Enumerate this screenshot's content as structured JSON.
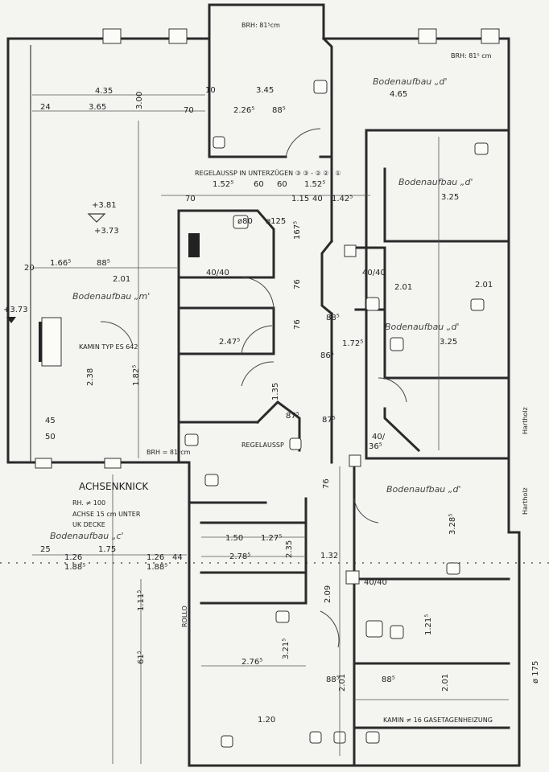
{
  "room_labels": {
    "bodenaufbau_d": "Bodenaufbau „d'",
    "bodenaufbau_m": "Bodenaufbau „m'",
    "bodenaufbau_c": "Bodenaufbau „c'",
    "regelaussp": "REGELAUSSP IN UNTERZÜGEN ③ ③ - ② ② - ①",
    "regelaussp_short": "REGELAUSSP",
    "achsenknick": "ACHSENKNICK",
    "rh100": "RH. ≠ 100",
    "achse": "ACHSE 15 cm UNTER",
    "uk_decke": "UK DECKE",
    "kamin_typ": "KAMIN TYP ES 642",
    "kamin_16": "KAMIN ≠ 16   GASETAGENHEIZUNG",
    "brh_81_top": "BRH: 81⁵cm",
    "brh_81_right": "BRH: 81⁵ cm",
    "brh_81_mid": "BRH = 81⁵cm",
    "level_381": "+3.81",
    "level_373": "+3.73",
    "level_373_left": "+3.73",
    "size_4040_a": "40/40",
    "size_4040_b": "40/40",
    "size_4040_c": "40/40",
    "size_4040_d": "40/",
    "hartholz_1": "Hartholz",
    "hartholz_2": "Hartholz",
    "rollo": "ROLLO"
  },
  "dimensions": {
    "d_345": "3.45",
    "d_265": "2.26⁵",
    "d_885a": "88⁵",
    "d_435": "4.35",
    "d_365": "3.65",
    "d_300": "3.00",
    "d_24": "24",
    "d_70a": "70",
    "d_10a": "10",
    "d_465": "4.65",
    "d_152a": "1.52⁵",
    "d_60a": "60",
    "d_60b": "60",
    "d_152b": "1.52⁵",
    "d_70b": "70",
    "d_115": "1.15",
    "d_40": "40",
    "d_142": "1.42⁵",
    "d_325a": "3.25",
    "d_325b": "3.25",
    "d_201a": "2.01",
    "d_201b": "2.01",
    "d_166": "1.66⁵",
    "d_885b": "88⁵",
    "d_201c": "2.01",
    "d_247": "2.47⁵",
    "d_76a": "76",
    "d_76b": "76",
    "d_76c": "76",
    "d_172": "1.72⁵",
    "d_885c": "88⁵",
    "d_865": "86⁵",
    "d_365b": "36⁵",
    "d_150": "1.50",
    "d_127": "1.27⁵",
    "d_278": "2.78⁵",
    "d_235": "2.35",
    "d_132": "1.32",
    "d_126a": "1.26",
    "d_126b": "1.26",
    "d_188a": "1.88⁵",
    "d_188b": "1.88⁵",
    "d_209": "2.09",
    "d_3215": "3.21⁵",
    "d_2765": "2.76⁵",
    "d_120": "1.20",
    "d_885d": "88⁵",
    "d_201d": "2.01",
    "d_201e": "2.01",
    "d_885e": "88⁵",
    "d_25": "25",
    "d_44": "44",
    "d_20": "20",
    "d_45": "45",
    "d_50": "50",
    "d_238": "2.38",
    "d_182": "1.82⁵",
    "d_175": "1.75",
    "d_1115": "1.11⁵",
    "d_615": "61⁵",
    "d_135": "1.35",
    "d_875a": "87⁵",
    "d_875b": "87⁵",
    "d_1215": "1.21⁵",
    "d_3285": "3.28⁵",
    "d_ø175": "ø 175",
    "d_ø80": "ø80",
    "d_ø125": "ø125",
    "d_167": "167⁵"
  }
}
